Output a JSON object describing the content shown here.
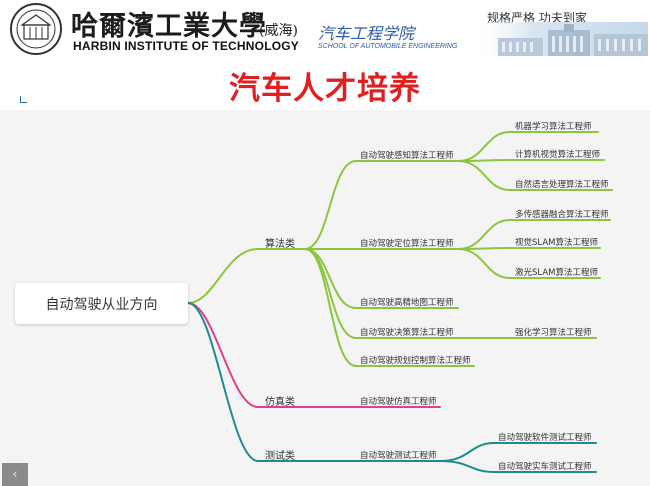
{
  "header": {
    "university_cn": "哈爾濱工業大學",
    "campus_cn": "(威海)",
    "university_en": "HARBIN INSTITUTE OF TECHNOLOGY",
    "school_cn": "汽车工程学院",
    "school_en": "SCHOOL OF AUTOMOBILE ENGINEERING",
    "motto": "规格严格 功夫到家"
  },
  "slide": {
    "title": "汽车人才培养"
  },
  "mindmap": {
    "root": "自动驾驶从业方向",
    "categories": {
      "algo": "算法类",
      "sim": "仿真类",
      "test": "测试类"
    },
    "algo_nodes": {
      "perception": "自动驾驶感知算法工程师",
      "localization": "自动驾驶定位算法工程师",
      "hdmap": "自动驾驶高精地图工程师",
      "decision": "自动驾驶决策算法工程师",
      "planning": "自动驾驶规划控制算法工程师"
    },
    "perception_children": {
      "ml": "机器学习算法工程师",
      "cv": "计算机视觉算法工程师",
      "nlp": "自然语言处理算法工程师"
    },
    "localization_children": {
      "fusion": "多传感器融合算法工程师",
      "vslam": "视觉SLAM算法工程师",
      "lslam": "激光SLAM算法工程师"
    },
    "decision_children": {
      "rl": "强化学习算法工程师"
    },
    "sim_nodes": {
      "sim": "自动驾驶仿真工程师"
    },
    "test_nodes": {
      "test": "自动驾驶测试工程师"
    },
    "test_children": {
      "software": "自动驾驶软件测试工程师",
      "vehicle": "自动驾驶实车测试工程师"
    }
  },
  "colors": {
    "title_red": "#e02020",
    "algo_branch": "#8cc63f",
    "sim_branch": "#e0408a",
    "test_branch": "#1f8a96",
    "canvas_bg": "#f4f4f4"
  },
  "nav": {
    "prev_icon": "chevron-left-icon",
    "prev_glyph": "‹"
  }
}
